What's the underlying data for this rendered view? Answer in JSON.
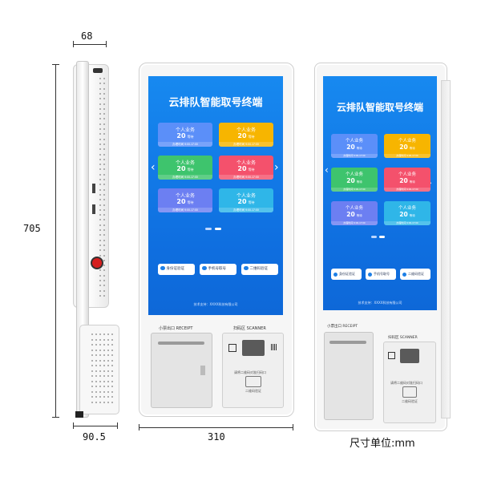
{
  "dimensions": {
    "top_width": "68",
    "height": "705",
    "bottom_left": "90.5",
    "bottom_center": "310",
    "unit_label": "尺寸单位:mm"
  },
  "screen": {
    "title": "云排队智能取号终端",
    "arrow_left": "‹",
    "arrow_right": "›",
    "cards": [
      {
        "title": "个人业务",
        "count": "20",
        "unit": "等待",
        "info": "办理时间 9:00-17:00",
        "color": "#5b8ff9"
      },
      {
        "title": "个人业务",
        "count": "20",
        "unit": "等待",
        "info": "办理时间 9:00-17:00",
        "color": "#f7b500"
      },
      {
        "title": "个人业务",
        "count": "20",
        "unit": "等待",
        "info": "办理时间 9:00-17:00",
        "color": "#3ec46d"
      },
      {
        "title": "个人业务",
        "count": "20",
        "unit": "等待",
        "info": "办理时间 9:00-17:00",
        "color": "#f4516c"
      },
      {
        "title": "个人业务",
        "count": "20",
        "unit": "等待",
        "info": "办理时间 9:00-17:00",
        "color": "#6c7ff2"
      },
      {
        "title": "个人业务",
        "count": "20",
        "unit": "等待",
        "info": "办理时间 9:00-17:00",
        "color": "#2fb6e8"
      }
    ],
    "verify_buttons": [
      "身份证验证",
      "手机号取号",
      "二维码验证"
    ],
    "footnote": "技术支持：XXXX科技有限公司"
  },
  "hardware": {
    "printer_label": "小票出口 RECEIPT",
    "scanner_label": "扫码区 SCANNER",
    "scan_hint_1": "请将二维码对准扫码口",
    "scan_hint_2": "二维码验证"
  }
}
